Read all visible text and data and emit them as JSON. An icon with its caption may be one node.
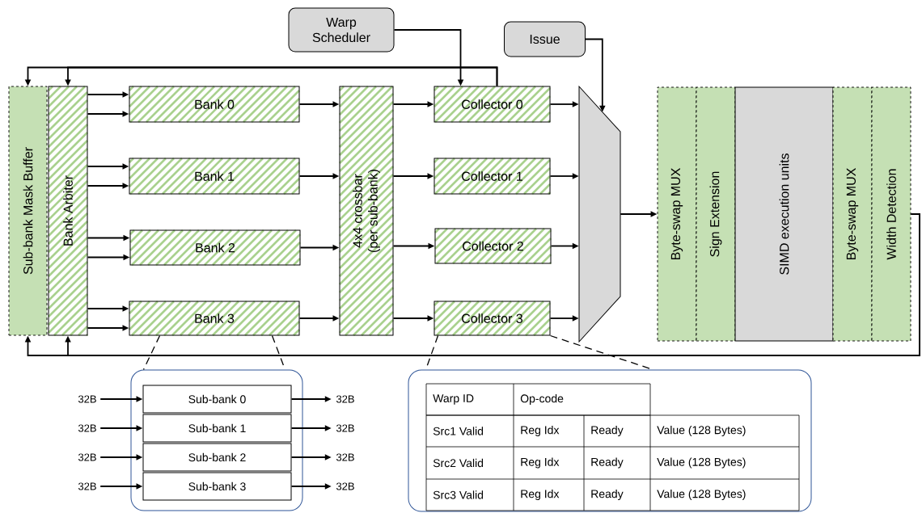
{
  "diagram": {
    "nodes": [
      {
        "text": [
          "Warp Scheduler"
        ]
      },
      {
        "text": [
          "Issue"
        ]
      },
      {
        "text": [
          "Sub-bank Mask Buffer"
        ]
      },
      {
        "text": [
          "Bank Arbiter"
        ]
      },
      {
        "text": [
          "Bank 0"
        ]
      },
      {
        "text": [
          "Bank 1"
        ]
      },
      {
        "text": [
          "Bank 2"
        ]
      },
      {
        "text": [
          "Bank 3"
        ]
      },
      {
        "text": [
          "4x4 crossbar (per sub-bank)"
        ]
      },
      {
        "text": [
          "Collector 0"
        ]
      },
      {
        "text": [
          "Collector 1"
        ]
      },
      {
        "text": [
          "Collector 2"
        ]
      },
      {
        "text": [
          "Collector 3"
        ]
      },
      {
        "text": [],
        "shape": "trapezoid"
      },
      {
        "text": [
          "Byte-swap MUX"
        ]
      },
      {
        "text": [
          "Sign Extension"
        ]
      },
      {
        "text": [
          "SIMD execution units"
        ]
      },
      {
        "text": [
          "Byte-swap MUX"
        ]
      },
      {
        "text": [
          "Width Detection"
        ]
      },
      {
        "text": [],
        "shape": "box"
      },
      {
        "text": [
          "Sub-bank 0"
        ],
        "in": 19
      },
      {
        "text": [
          "Sub-bank 1"
        ],
        "in": 19
      },
      {
        "text": [
          "Sub-bank 2"
        ],
        "in": 19
      },
      {
        "text": [
          "Sub-bank 3"
        ],
        "in": 19
      },
      {
        "text": [
          "32B"
        ]
      },
      {
        "text": [
          "32B"
        ]
      },
      {
        "text": [
          "32B"
        ]
      },
      {
        "text": [
          "32B"
        ]
      },
      {
        "text": [
          "32B"
        ]
      },
      {
        "text": [
          "32B"
        ]
      },
      {
        "text": [
          "32B"
        ]
      },
      {
        "text": [
          "32B"
        ]
      },
      {
        "text": [],
        "shape": "box"
      }
    ],
    "edges": [
      {
        "from": 0,
        "to": 9,
        "arrow": "to"
      },
      {
        "from": 1,
        "to": 13,
        "arrow": "to"
      },
      {
        "from": 9,
        "to": 2,
        "arrow": "to"
      },
      {
        "from": 9,
        "to": 3,
        "arrow": "to"
      },
      {
        "from": 3,
        "to": 4,
        "arrow": "to"
      },
      {
        "from": 3,
        "to": 4,
        "arrow": "to"
      },
      {
        "from": 3,
        "to": 5,
        "arrow": "to"
      },
      {
        "from": 3,
        "to": 5,
        "arrow": "to"
      },
      {
        "from": 3,
        "to": 6,
        "arrow": "to"
      },
      {
        "from": 3,
        "to": 6,
        "arrow": "to"
      },
      {
        "from": 3,
        "to": 7,
        "arrow": "to"
      },
      {
        "from": 3,
        "to": 7,
        "arrow": "to"
      },
      {
        "from": 4,
        "to": 8,
        "arrow": "to"
      },
      {
        "from": 5,
        "to": 8,
        "arrow": "to"
      },
      {
        "from": 6,
        "to": 8,
        "arrow": "to"
      },
      {
        "from": 7,
        "to": 8,
        "arrow": "to"
      },
      {
        "from": 8,
        "to": 9,
        "arrow": "to"
      },
      {
        "from": 8,
        "to": 10,
        "arrow": "to"
      },
      {
        "from": 8,
        "to": 11,
        "arrow": "to"
      },
      {
        "from": 8,
        "to": 12,
        "arrow": "to"
      },
      {
        "from": 9,
        "to": 13,
        "arrow": "to"
      },
      {
        "from": 10,
        "to": 13,
        "arrow": "to"
      },
      {
        "from": 11,
        "to": 13,
        "arrow": "to"
      },
      {
        "from": 12,
        "to": 13,
        "arrow": "to"
      },
      {
        "from": 13,
        "to": 14,
        "arrow": "to"
      },
      {
        "from": 18,
        "to": 2,
        "arrow": "to"
      },
      {
        "from": 18,
        "to": 3,
        "arrow": "to"
      },
      {
        "from": 7,
        "to": 19,
        "arrow": "none",
        "style": "dashed"
      },
      {
        "from": 7,
        "to": 19,
        "arrow": "none",
        "style": "dashed"
      },
      {
        "from": 12,
        "to": 32,
        "arrow": "none",
        "style": "dashed"
      },
      {
        "from": 12,
        "to": 32,
        "arrow": "none",
        "style": "dashed"
      },
      {
        "from": 24,
        "to": 20,
        "arrow": "to"
      },
      {
        "from": 25,
        "to": 21,
        "arrow": "to"
      },
      {
        "from": 26,
        "to": 22,
        "arrow": "to"
      },
      {
        "from": 27,
        "to": 23,
        "arrow": "to"
      },
      {
        "from": 20,
        "to": 28,
        "arrow": "to"
      },
      {
        "from": 21,
        "to": 29,
        "arrow": "to"
      },
      {
        "from": 22,
        "to": 30,
        "arrow": "to"
      },
      {
        "from": 23,
        "to": 31,
        "arrow": "to"
      }
    ],
    "labels": [
      "Warp ID",
      "Op-code",
      "Src1 Valid",
      "Reg Idx",
      "Ready",
      "Value (128 Bytes)",
      "Src2 Valid",
      "Reg Idx",
      "Ready",
      "Value (128 Bytes)",
      "Src3 Valid",
      "Reg Idx",
      "Ready",
      "Value (128 Bytes)"
    ]
  }
}
